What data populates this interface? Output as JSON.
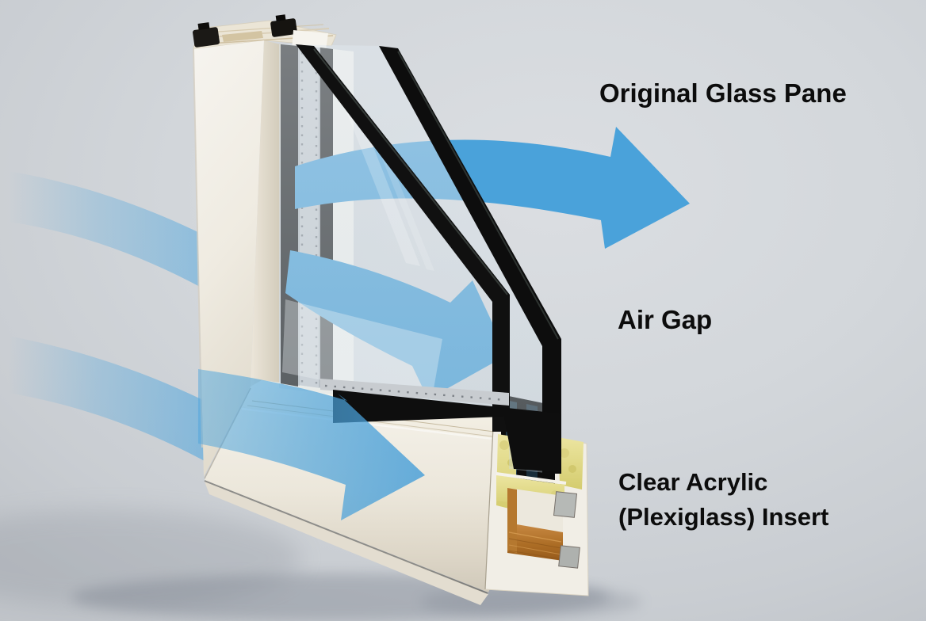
{
  "page": {
    "title": "Secondary glazing window cross-section"
  },
  "scene": {
    "description": "Cut-away corner sample of a double-glazed window frame with blue airflow arrows",
    "background_color": "#D0D4D8"
  },
  "labels": {
    "original_glass_pane": "Original Glass Pane",
    "air_gap": "Air Gap",
    "acrylic_insert": "Clear Acrylic (Plexiglass) Insert"
  },
  "colors": {
    "arrow_blue": "#4FA5DC",
    "label_text": "#0C0C0C",
    "frame_white": "#F2EFE8",
    "glass_seal_black": "#101010",
    "spacer_gray": "#C8CCD0",
    "foam_yellow": "#E5DE93",
    "wood_brown": "#B07128"
  },
  "arrows": [
    {
      "name": "escape-through-pane-arrow",
      "direction": "right"
    },
    {
      "name": "into-air-gap-arrow",
      "direction": "down-right"
    },
    {
      "name": "along-bottom-frame-arrow",
      "direction": "right"
    },
    {
      "name": "incoming-upper-band",
      "direction": "right"
    },
    {
      "name": "incoming-lower-band",
      "direction": "right"
    }
  ]
}
